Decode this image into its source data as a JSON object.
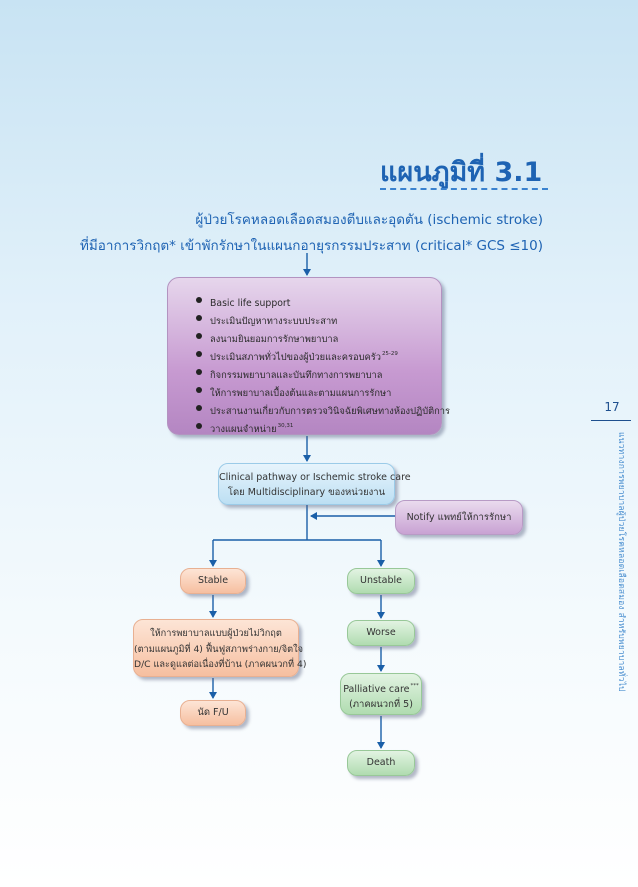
{
  "header": {
    "title": "แผนภูมิที่  3.1",
    "subtitle_line1": "ผู้ป่วยโรคหลอดเลือดสมองตีบและอุดตัน  (ischemic stroke)",
    "subtitle_line2": "ที่มีอาการวิกฤต* เข้าพักรักษาในแผนกอายุรกรรมประสาท (critical* GCS ≤10)"
  },
  "margin": {
    "page_number": "17",
    "running_title": "แนวทางการพยาบาลผู้ป่วยโรคหลอดเลือดสมอง สำหรับพยาบาลทั่วไป"
  },
  "initial_care": {
    "items": [
      {
        "text": "Basic life support",
        "ref": ""
      },
      {
        "text": "ประเมินปัญหาทางระบบประสาท",
        "ref": ""
      },
      {
        "text": "ลงนามยินยอมการรักษาพยาบาล",
        "ref": ""
      },
      {
        "text": "ประเมินสภาพทั่วไปของผู้ป่วยและครอบครัว",
        "ref": "25-29"
      },
      {
        "text": "กิจกรรมพยาบาลและบันทึกทางการพยาบาล",
        "ref": ""
      },
      {
        "text": "ให้การพยาบาลเบื้องต้นและตามแผนการรักษา",
        "ref": ""
      },
      {
        "text": "ประสานงานเกี่ยวกับการตรวจวินิจฉัยพิเศษทางห้องปฏิบัติการ",
        "ref": ""
      },
      {
        "text": "วางแผนจำหน่าย",
        "ref": "30,31"
      }
    ]
  },
  "pathway": {
    "line1": "Clinical pathway or Ischemic stroke care",
    "line2": "โดย Multidisciplinary ของหน่วยงาน"
  },
  "notify": "Notify แพทย์ให้การรักษา",
  "stable": {
    "label": "Stable",
    "care_line1": "ให้การพยาบาลแบบผู้ป่วยไม่วิกฤต",
    "care_line2": "(ตามแผนภูมิที่ 4) ฟื้นฟูสภาพร่างกาย/จิตใจ",
    "care_line3": "D/C และดูแลต่อเนื่องที่บ้าน (ภาคผนวกที่ 4)",
    "followup": "นัด F/U"
  },
  "unstable": {
    "label": "Unstable",
    "worse": "Worse",
    "palliative_label": "Palliative care",
    "palliative_mark": "***",
    "palliative_ref": "(ภาคผนวกที่ 5)",
    "death": "Death"
  },
  "colors": {
    "title_blue": "#1e63b3",
    "connector": "#1a5fa8",
    "purple_box": "#c79ad1",
    "blue_box": "#bcdff3",
    "orange_box": "#f6bfa0",
    "green_box": "#b0dcb0"
  }
}
